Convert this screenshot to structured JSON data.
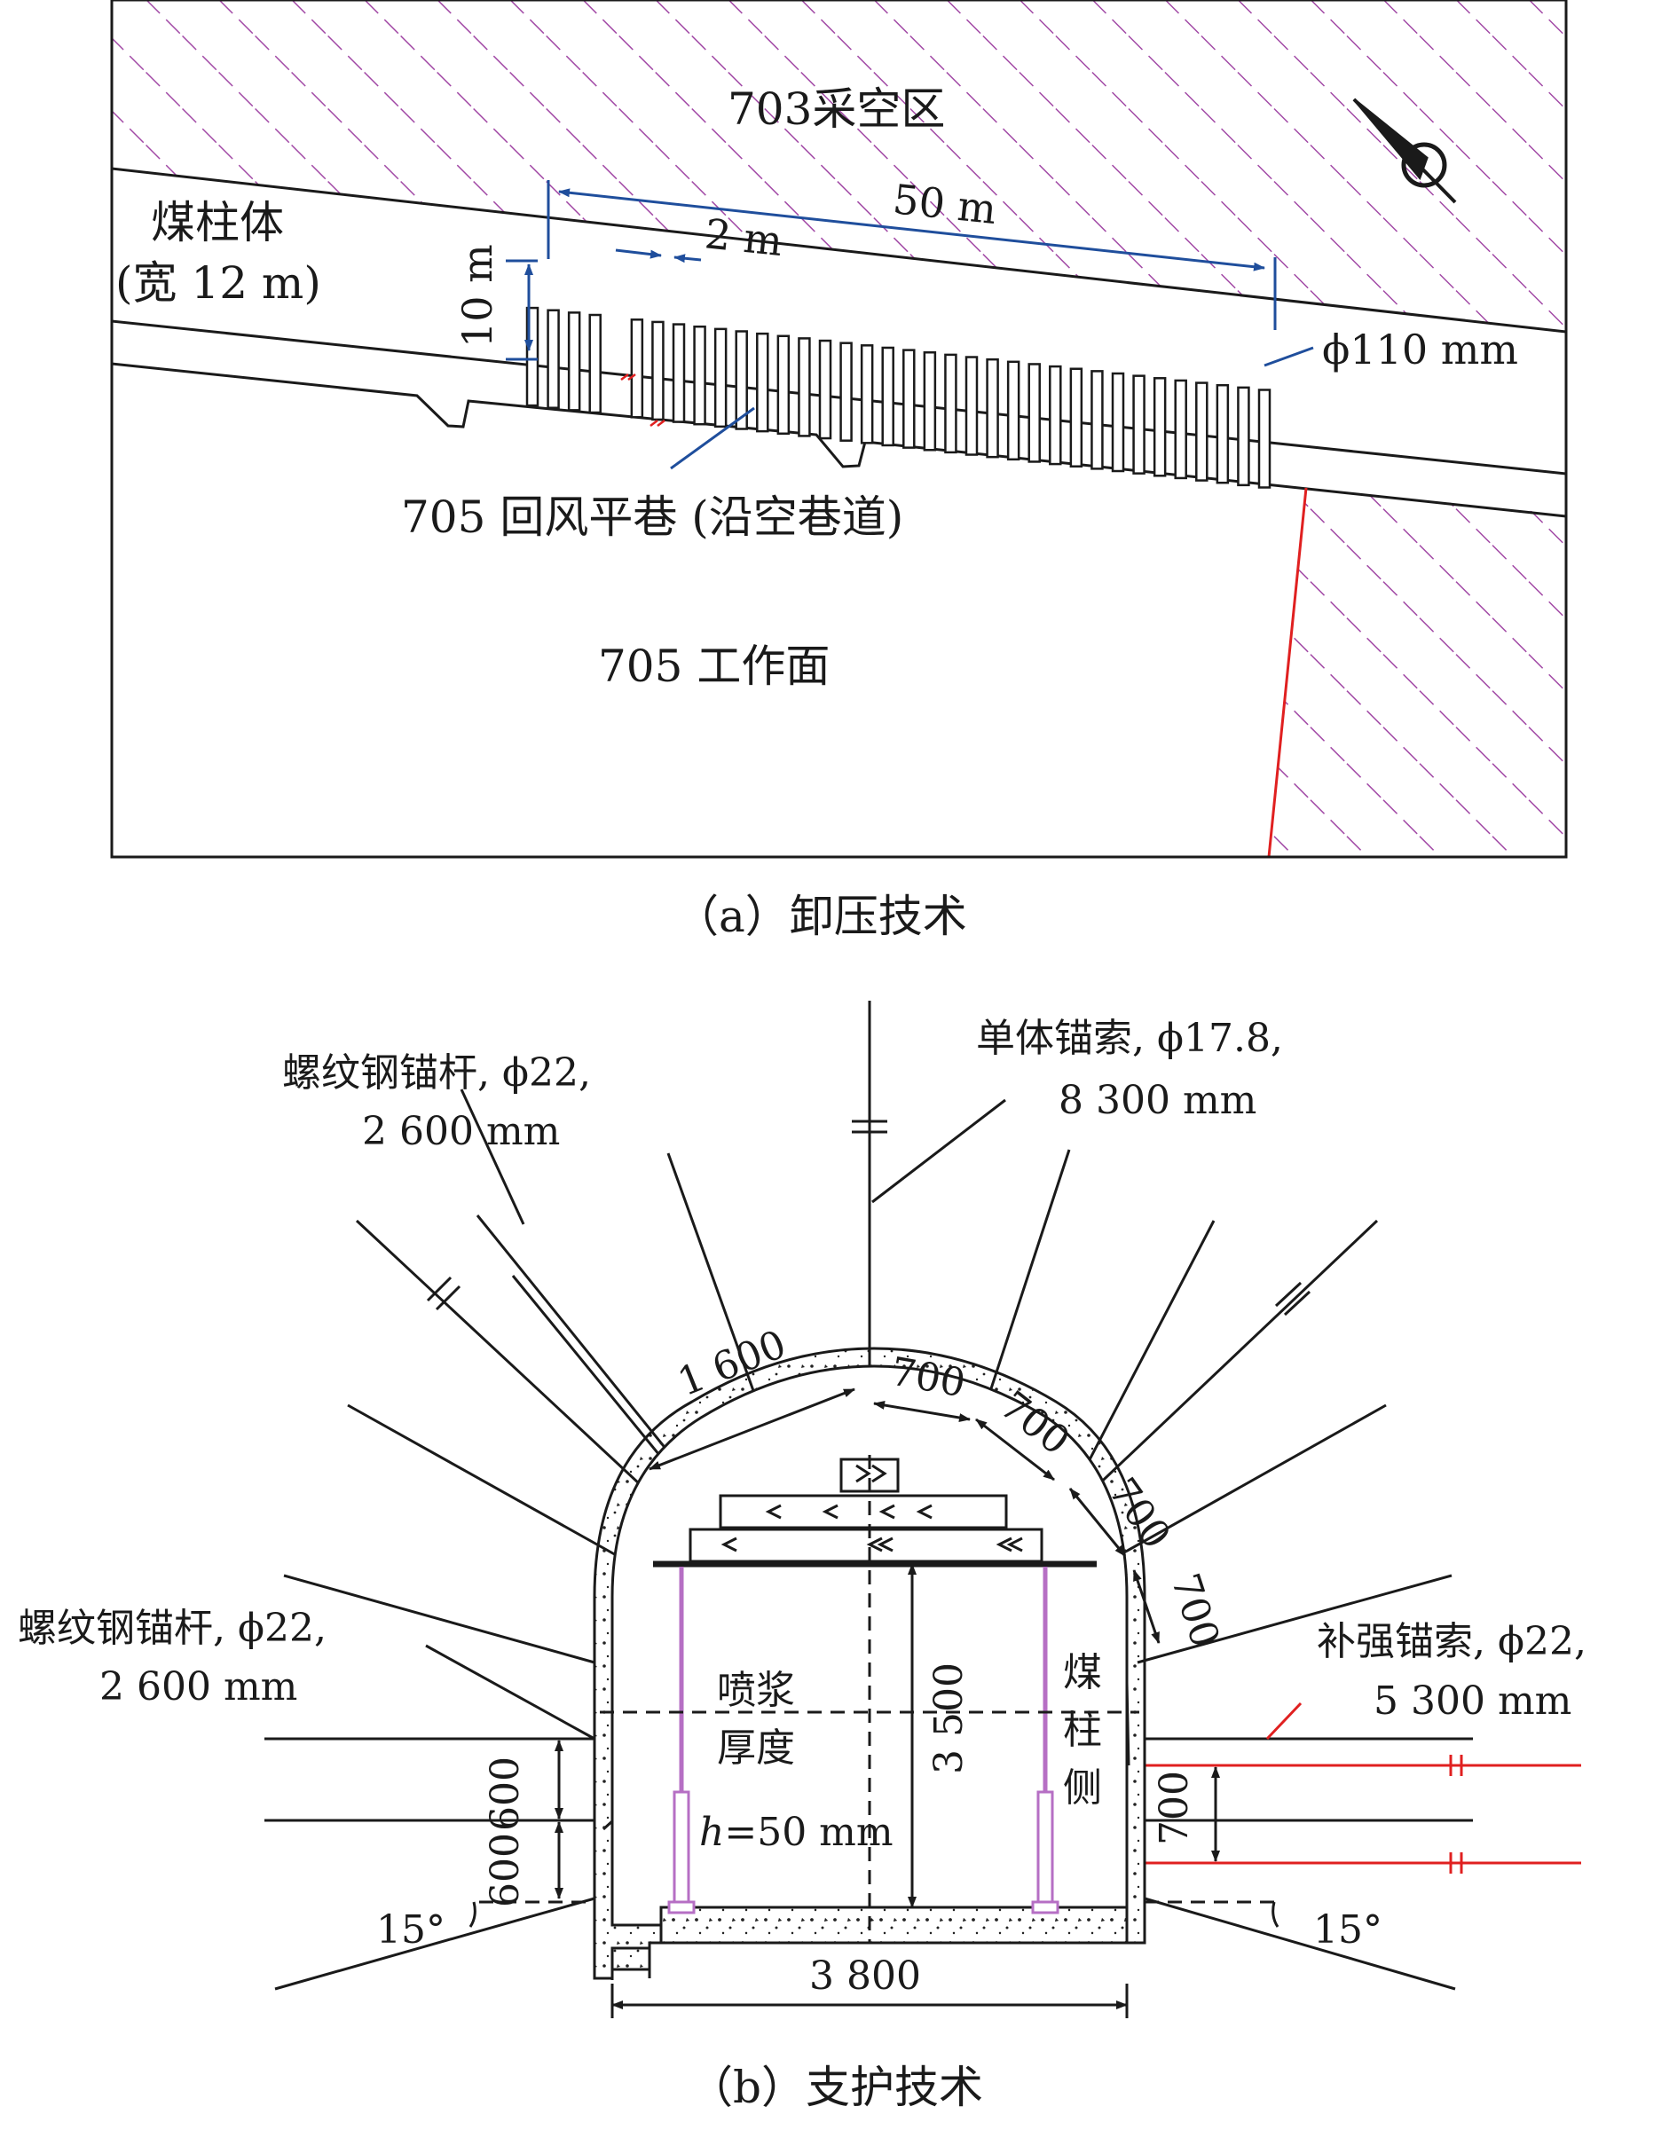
{
  "panel_a": {
    "gob_label": "703采空区",
    "pillar_label": "煤柱体",
    "pillar_width": "(宽 12 m)",
    "drill_array_length": "50 m",
    "hole_spacing": "2 m",
    "hole_depth": "10 m",
    "hole_diameter": "ϕ110 mm",
    "roadway_label": "705 回风平巷 (沿空巷道)",
    "face_label": "705 工作面",
    "caption": "（a）卸压技术"
  },
  "panel_b": {
    "roof_bolt_spec": "螺纹钢锚杆, ϕ22,",
    "roof_bolt_length": "2 600 mm",
    "cable_spec": "单体锚索, ϕ17.8,",
    "cable_length": "8 300 mm",
    "rib_bolt_spec": "螺纹钢锚杆, ϕ22,",
    "rib_bolt_length": "2 600 mm",
    "reinforce_cable_spec": "补强锚索, ϕ22,",
    "reinforce_cable_length": "5 300 mm",
    "dim_1600": "1 600",
    "dim_700_a": "700",
    "dim_700_b": "700",
    "dim_700_c": "700",
    "dim_700_d": "700",
    "dim_height": "3 500",
    "dim_width": "3 800",
    "dim_600_a": "600",
    "dim_600_b": "600",
    "dim_700_rib": "700",
    "angle_left": "15°",
    "angle_right": "15°",
    "shotcrete_line1": "喷浆",
    "shotcrete_line2": "厚度",
    "shotcrete_h": "h",
    "shotcrete_val": "=50 mm",
    "pillar_side_1": "煤",
    "pillar_side_2": "柱",
    "pillar_side_3": "侧",
    "caption": "（b）支护技术"
  },
  "colors": {
    "line": "#1a1a1a",
    "hatch": "#a24aa6",
    "dimension": "#1f4e9c",
    "red": "#e02020",
    "prop": "#b66fc4"
  }
}
